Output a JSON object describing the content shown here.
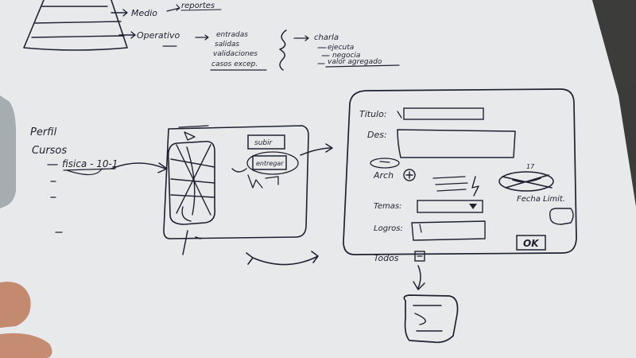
{
  "pyramid": {
    "levels": [
      {
        "label": "Medio",
        "note": "reportes"
      },
      {
        "label": "Operativo",
        "note": ""
      }
    ],
    "operativo_items": [
      "entradas",
      "salidas",
      "validaciones",
      "casos excep."
    ],
    "bracket_items": [
      "charla",
      "ejecuta",
      "negocia",
      "valor agregado"
    ]
  },
  "left_notes": {
    "title_line1": "Perfil",
    "title_line2": "Cursos",
    "course": "fisica - 10-1"
  },
  "middle_sketch": {
    "subir_label": "subir",
    "entregar_label": "entregar"
  },
  "form": {
    "titulo_label": "Titulo:",
    "descripcion_label": "Des:",
    "archivo_label": "Arch",
    "temas_label": "Temas:",
    "logros_label": "Logros:",
    "fecha_label": "Fecha Limit.",
    "ok_label": "OK",
    "fecha_number": "17"
  },
  "bottom": {
    "todos_label": "Todos"
  },
  "colors": {
    "paper": "#e9eaec",
    "ink": "#1e2230",
    "skin": "#c98f74",
    "device": "#9aa3a6"
  }
}
